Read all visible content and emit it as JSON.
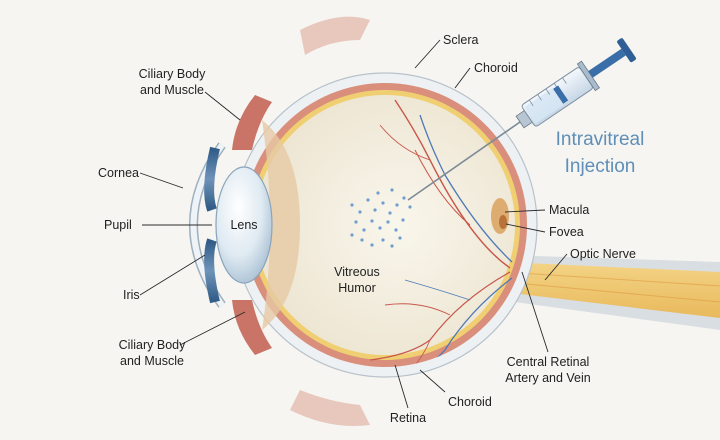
{
  "title": {
    "line1": "Intravitreal",
    "line2": "Injection"
  },
  "labels": {
    "sclera": "Sclera",
    "choroid_top": "Choroid",
    "ciliary_top_1": "Ciliary Body",
    "ciliary_top_2": "and Muscle",
    "cornea": "Cornea",
    "pupil": "Pupil",
    "lens": "Lens",
    "iris": "Iris",
    "ciliary_bottom_1": "Ciliary Body",
    "ciliary_bottom_2": "and Muscle",
    "macula": "Macula",
    "fovea": "Fovea",
    "optic_nerve": "Optic Nerve",
    "vitreous_1": "Vitreous",
    "vitreous_2": "Humor",
    "retinal_vessels_1": "Central Retinal",
    "retinal_vessels_2": "Artery and Vein",
    "choroid_bottom": "Choroid",
    "retina": "Retina"
  },
  "colors": {
    "background": "#f6f5f1",
    "sclera": "#eef1f3",
    "choroid": "#d98f7c",
    "retina": "#f0cf72",
    "vitreous": "#f4efe2",
    "artery": "#c8584c",
    "vein": "#4f79b6",
    "title": "#5f8fb8"
  }
}
